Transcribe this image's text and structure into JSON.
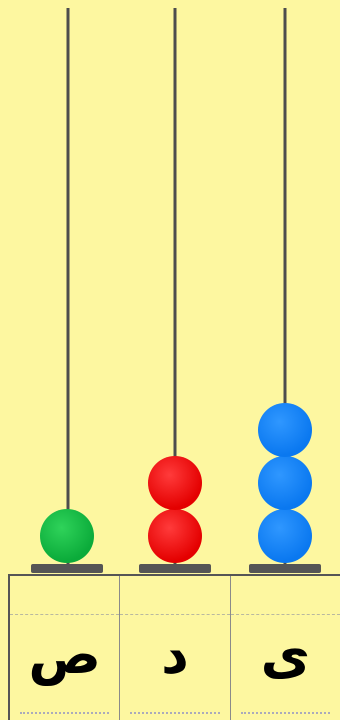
{
  "columns": [
    {
      "letter": "ص",
      "bead_color": "#1ec04a",
      "bead_count": 1
    },
    {
      "letter": "د",
      "bead_color": "#f10f0f",
      "bead_count": 2
    },
    {
      "letter": "ی",
      "bead_color": "#1e88f7",
      "bead_count": 3
    }
  ],
  "colors": {
    "background": "#fdf7a0",
    "rod": "#4d4d4d"
  }
}
